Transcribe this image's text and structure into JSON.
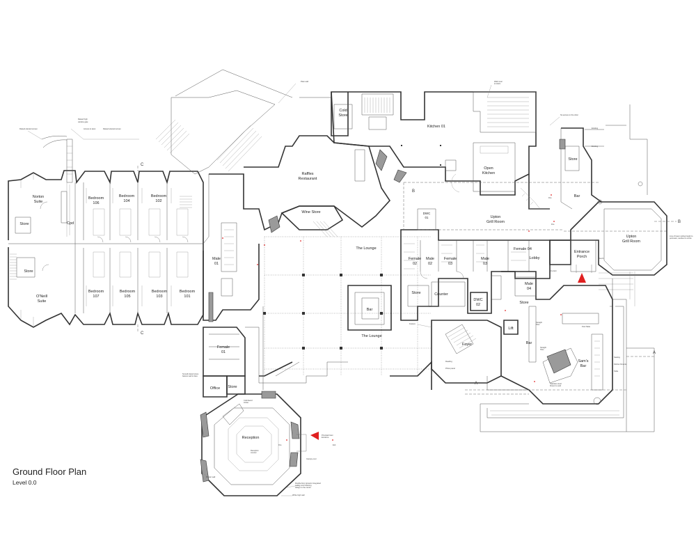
{
  "title": "Ground Floor Plan",
  "level": "Level 0.0",
  "rooms": {
    "norton_suite_1": "Norton",
    "norton_suite_2": "Suite",
    "store_nw": "Store",
    "cpd": "Cpd",
    "store_w": "Store",
    "oneill_suite_1": "O'Neill",
    "oneill_suite_2": "Suite",
    "bedroom": "Bedroom",
    "b106": "106",
    "b104": "104",
    "b102": "102",
    "b107": "107",
    "b105": "105",
    "b103": "103",
    "b101": "101",
    "male_01_1": "Male",
    "male_01_2": "01",
    "female_01_1": "Female",
    "female_01_2": "01",
    "office": "Office",
    "store_sw": "Store",
    "reception": "Reception",
    "raffles_1": "Raffles",
    "raffles_2": "Restaurant",
    "wine_store": "Wine Store",
    "the_lounge": "The Lounge",
    "bar_centre": "Bar",
    "cold_store_1": "Cold",
    "cold_store_2": "Store",
    "kitchen_01": "Kitchen 01",
    "open_kitchen_1": "Open",
    "open_kitchen_2": "Kitchen",
    "dwc_01_1": "DWC",
    "dwc_01_2": "01",
    "female_02_1": "Female",
    "female_02_2": "02",
    "male_02_1": "Male",
    "male_02_2": "02",
    "female_03_1": "Female",
    "female_03_2": "03",
    "male_03_1": "Male",
    "male_03_2": "03",
    "female_04": "Female 04",
    "lobby": "Lobby",
    "store_c": "Store",
    "counter": "Counter",
    "dwc_02_1": "DWC",
    "dwc_02_2": "02",
    "male_04_1": "Male",
    "male_04_2": "04",
    "store_e": "Store",
    "lift": "Lift",
    "foyer": "Foyer",
    "bar_e": "Bar",
    "sams_bar_1": "Sam's",
    "sams_bar_2": "Bar",
    "upton_grill_1": "Upton",
    "upton_grill_2": "Grill Room",
    "upton_room_1": "Upton",
    "upton_room_2": "Grill Room",
    "entrance_1": "Entrance",
    "entrance_2": "Porch",
    "store_ne": "Store",
    "bar_ne": "Bar"
  },
  "sections": {
    "a": "A",
    "b": "B",
    "c": "C"
  }
}
